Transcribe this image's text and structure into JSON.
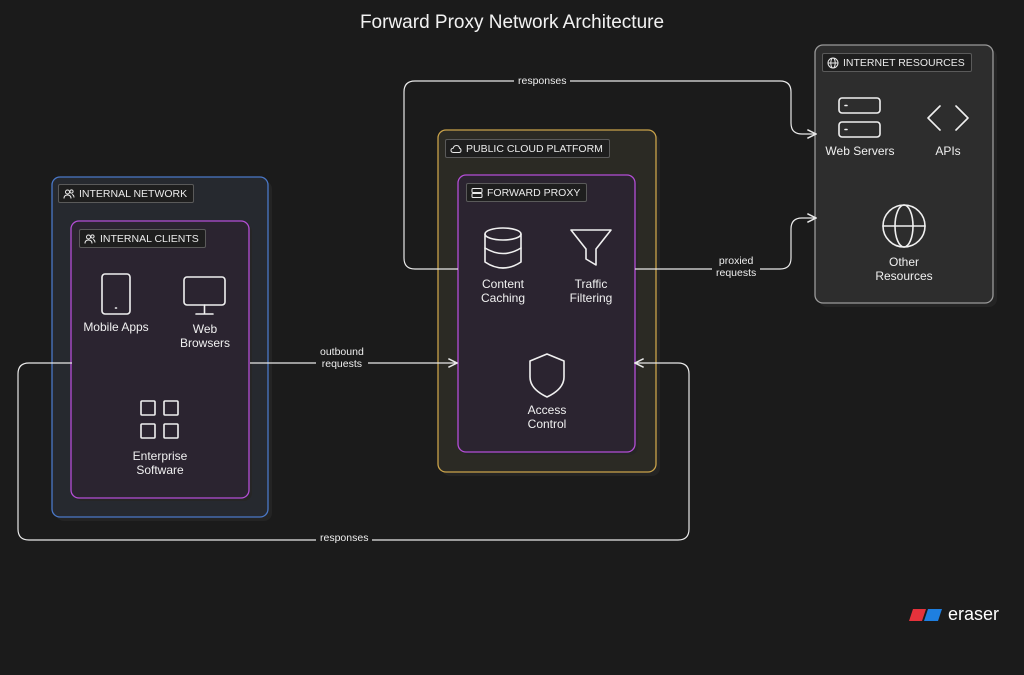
{
  "title": "Forward Proxy Network Architecture",
  "groups": {
    "internal_network": "INTERNAL NETWORK",
    "internal_clients": "INTERNAL CLIENTS",
    "public_cloud": "PUBLIC CLOUD PLATFORM",
    "forward_proxy": "FORWARD PROXY",
    "internet_resources": "INTERNET RESOURCES"
  },
  "nodes": {
    "mobile_apps": "Mobile Apps",
    "web_browsers": "Web\nBrowsers",
    "enterprise_software": "Enterprise\nSoftware",
    "content_caching": "Content\nCaching",
    "traffic_filtering": "Traffic\nFiltering",
    "access_control": "Access\nControl",
    "web_servers": "Web Servers",
    "apis": "APIs",
    "other_resources": "Other\nResources"
  },
  "edges": {
    "outbound_requests": "outbound\nrequests",
    "proxied_requests": "proxied\nrequests",
    "responses_top": "responses",
    "responses_bottom": "responses"
  },
  "icons": {
    "internal_network": "users-icon",
    "internal_clients": "users-icon",
    "public_cloud": "cloud-icon",
    "forward_proxy": "server-icon",
    "internet_resources": "globe-icon"
  },
  "colors": {
    "background": "#1b1b1b",
    "internal_network_border": "#4a78c8",
    "internal_clients_border": "#b44ed6",
    "public_cloud_border": "#c9a24a",
    "forward_proxy_border": "#b44ed6",
    "internet_resources_border": "#9a9a9a",
    "edge": "#e8e8e8"
  },
  "brand": "eraser"
}
